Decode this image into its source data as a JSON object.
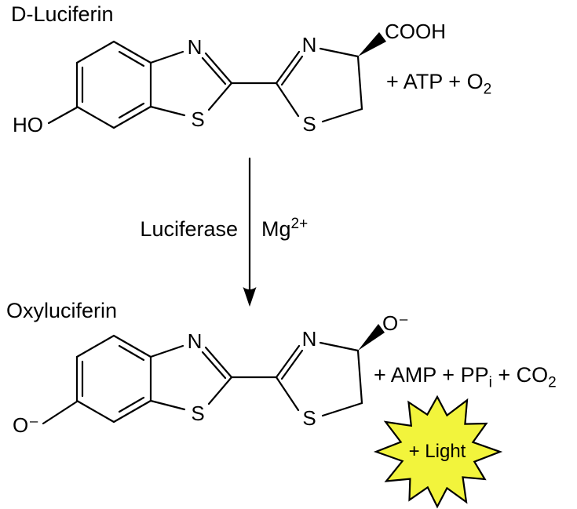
{
  "colors": {
    "star_fill": "#f2f43c",
    "line": "#000000"
  },
  "molecule_top": {
    "title": "D-Luciferin",
    "atoms": {
      "ho": "HO",
      "n_benzothiazole": "N",
      "s_benzothiazole": "S",
      "n_thiazoline": "N",
      "s_thiazoline": "S",
      "cooh": "COOH"
    },
    "reagents": {
      "text": "+ ATP + O",
      "sub": "2"
    }
  },
  "reaction": {
    "enzyme": "Luciferase",
    "cofactor": "Mg",
    "cofactor_sup": "2+"
  },
  "molecule_bottom": {
    "title": "Oxyluciferin",
    "atoms": {
      "o_phenolate": "O⁻",
      "n_benzothiazole": "N",
      "s_benzothiazole": "S",
      "n_thiazoline": "N",
      "s_thiazoline": "S",
      "o_late": "O⁻"
    },
    "products": {
      "p1": "+ AMP + PP",
      "sub1": "i",
      "p2": " + CO",
      "sub2": "2"
    },
    "light": "+ Light"
  }
}
